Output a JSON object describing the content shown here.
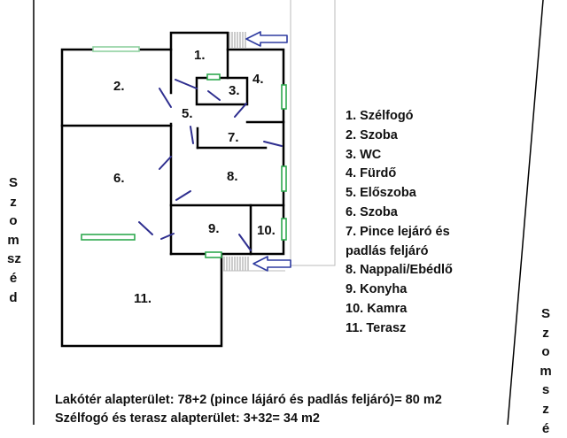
{
  "rooms": [
    {
      "num": "1.",
      "name": "Szélfogó"
    },
    {
      "num": "2.",
      "name": "Szoba"
    },
    {
      "num": "3.",
      "name": "WC"
    },
    {
      "num": "4.",
      "name": "Fürdő"
    },
    {
      "num": "5.",
      "name": "Előszoba"
    },
    {
      "num": "6.",
      "name": "Szoba"
    },
    {
      "num": "7.",
      "name": "Pince lejáró és"
    },
    {
      "num": "",
      "name": "padlás feljáró"
    },
    {
      "num": "8.",
      "name": "Nappali/Ebédlő"
    },
    {
      "num": "9.",
      "name": "Konyha"
    },
    {
      "num": "10.",
      "name": "Kamra"
    },
    {
      "num": "11.",
      "name": "Terasz"
    }
  ],
  "neighbor_left": [
    "S",
    "z",
    "o",
    "m",
    "sz",
    "é",
    "d"
  ],
  "neighbor_right": [
    "S",
    "z",
    "o",
    "m",
    "s",
    "z",
    "é"
  ],
  "summary": {
    "line1": "Lakótér alapterület: 78+2 (pince lájáró és padlás feljáró)= 80 m2",
    "line2": "Szélfogó és terasz alapterület: 3+32= 34 m2"
  },
  "colors": {
    "wall": "#000000",
    "window": "#2fa84f",
    "door": "#2e2e8f",
    "arrow": "#2e3ba0",
    "steps": "#9a9a9a"
  }
}
